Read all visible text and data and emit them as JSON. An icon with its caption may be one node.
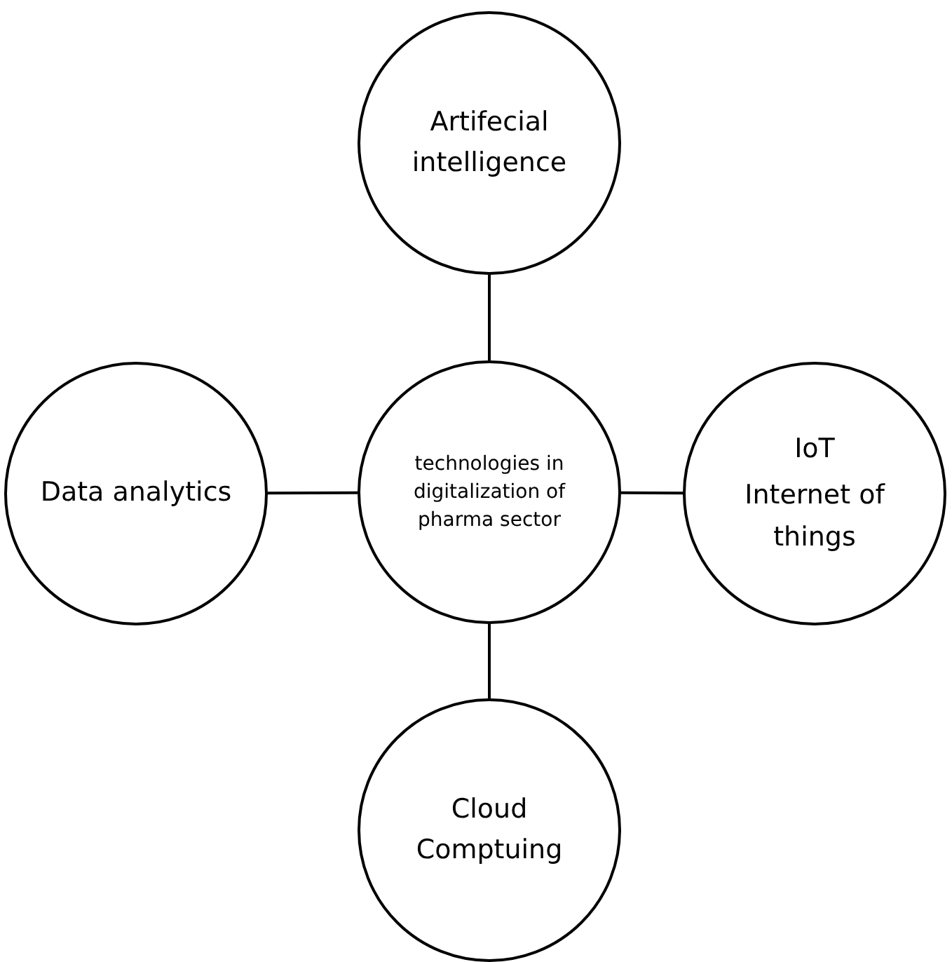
{
  "diagram": {
    "nodes": [
      {
        "text": [
          "Artifecial intelligence"
        ]
      },
      {
        "text": [
          "Data analytics"
        ]
      },
      {
        "text": [
          "technologies in digitalization of pharma sector"
        ]
      },
      {
        "text": [
          "IoT",
          "Internet of things"
        ]
      },
      {
        "text": [
          "Cloud Comptuing"
        ]
      }
    ],
    "edges": [
      {
        "from": 2,
        "to": 0,
        "arrow": "none"
      },
      {
        "from": 2,
        "to": 1,
        "arrow": "none"
      },
      {
        "from": 2,
        "to": 3,
        "arrow": "none"
      },
      {
        "from": 2,
        "to": 4,
        "arrow": "none"
      }
    ]
  }
}
